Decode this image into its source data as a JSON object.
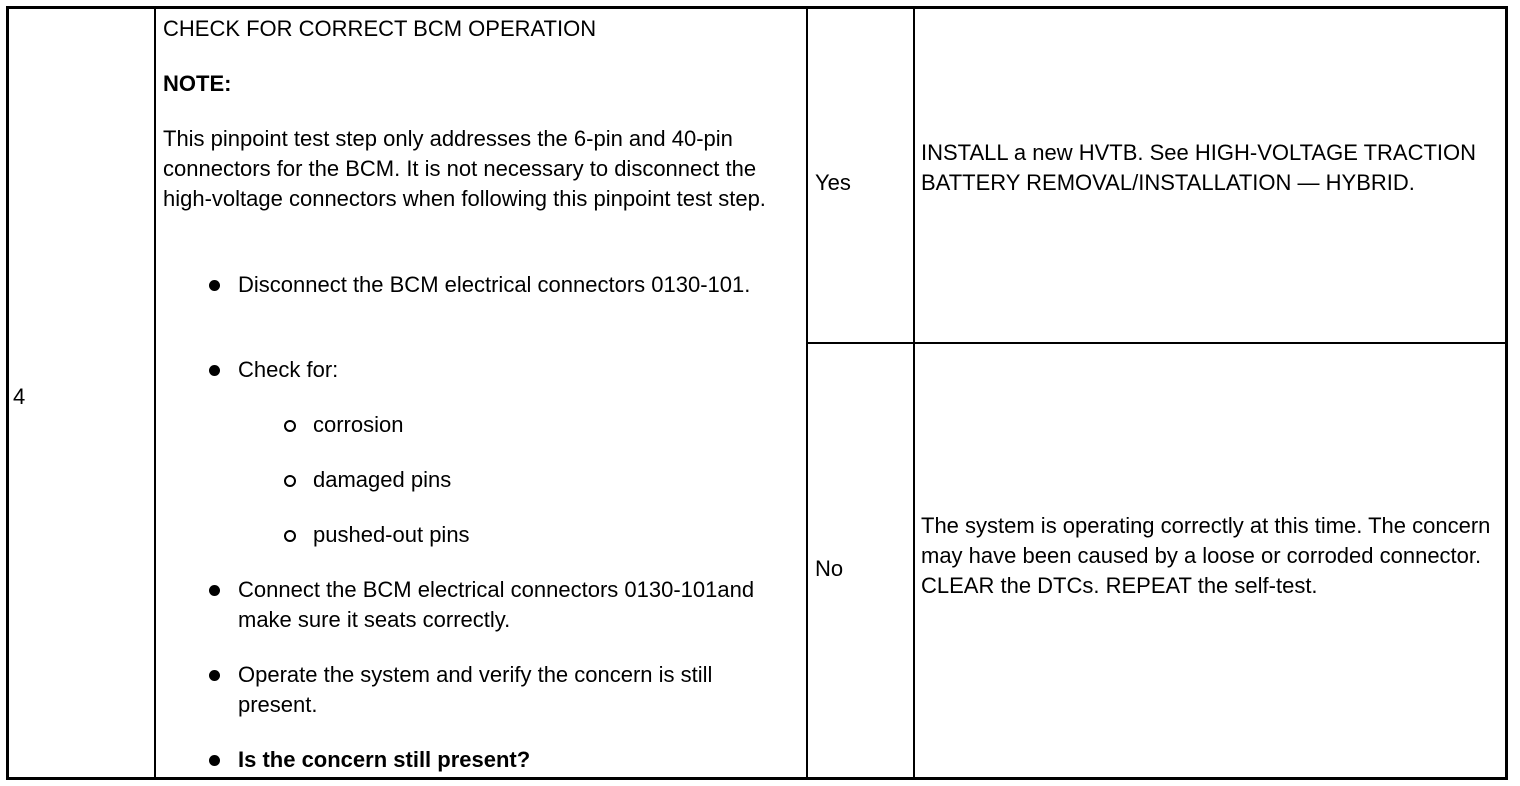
{
  "step": {
    "number": "4",
    "title": "CHECK FOR CORRECT BCM OPERATION",
    "note_label": "NOTE:",
    "note_text": "This pinpoint test step only addresses the 6-pin and 40-pin connectors for the BCM. It is not necessary to disconnect the high-voltage connectors when following this pinpoint test step.",
    "bullets": {
      "disconnect": "Disconnect the BCM electrical connectors 0130-101.",
      "check_for": "Check for:",
      "check_items": [
        "corrosion",
        "damaged pins",
        "pushed-out pins"
      ],
      "connect": "Connect the BCM electrical connectors 0130-101and make sure it seats correctly.",
      "operate": "Operate the system and verify the concern is still present.",
      "question": "Is the concern still present?"
    }
  },
  "results": {
    "yes": {
      "label": "Yes",
      "action": "INSTALL a new HVTB. See HIGH-VOLTAGE TRACTION BATTERY REMOVAL/INSTALLATION — HYBRID."
    },
    "no": {
      "label": "No",
      "action": "The system is operating correctly at this time. The concern may have been caused by a loose or corroded connector. CLEAR the DTCs. REPEAT the self-test."
    }
  }
}
